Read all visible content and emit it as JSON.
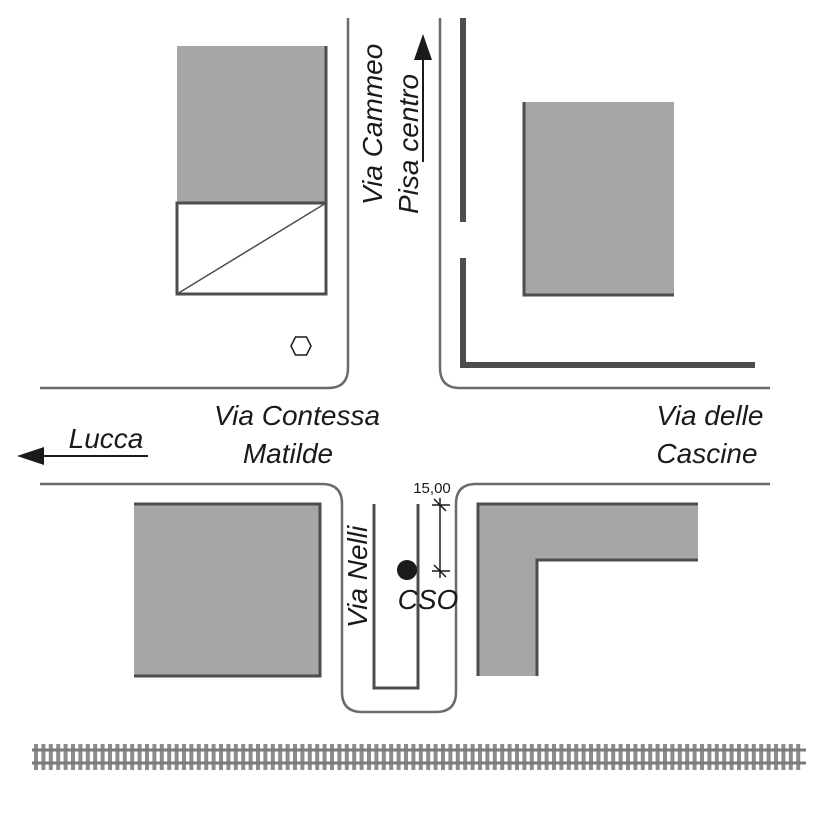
{
  "colors": {
    "building": "#a6a6a6",
    "wall": "#4d4d4d",
    "street_edge": "#6b6b6b",
    "ink": "#1a1a1a",
    "rail": "#8c8c8c"
  },
  "streets": {
    "north": "Via Cammeo",
    "west_line1": "Via Contessa",
    "west_line2": "Matilde",
    "east_line1": "Via delle",
    "east_line2": "Cascine",
    "south": "Via Nelli"
  },
  "directions": {
    "north": "Pisa centro",
    "west": "Lucca"
  },
  "station": {
    "label": "CSO",
    "distance": "15,00"
  },
  "icons": {
    "arrows": "arrow-icon",
    "station": "station-dot-icon",
    "marker": "hexagon-icon",
    "railway": "railway-track"
  }
}
